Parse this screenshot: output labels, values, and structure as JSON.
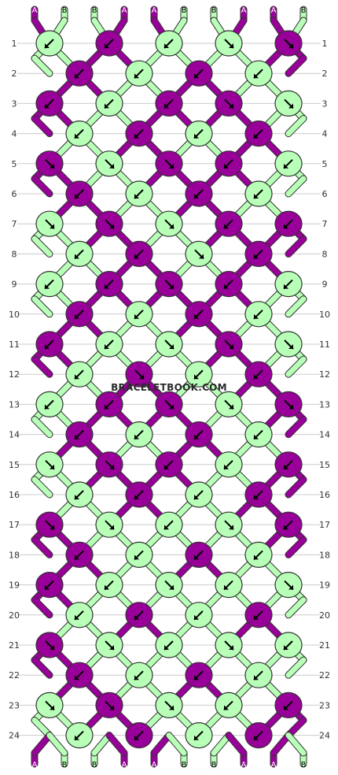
{
  "colors": {
    "A": "#990099",
    "B": "#b8ffb8",
    "outline": "#333333",
    "grid": "#cccccc",
    "label_A": "#ffffff",
    "label_B": "#000000"
  },
  "strands": [
    "A",
    "B",
    "B",
    "A",
    "A",
    "B",
    "B",
    "A",
    "A",
    "B"
  ],
  "row_labels": [
    "1",
    "2",
    "3",
    "4",
    "5",
    "6",
    "7",
    "8",
    "9",
    "10",
    "11",
    "12",
    "13",
    "14",
    "15",
    "16",
    "17",
    "18",
    "19",
    "20",
    "21",
    "22",
    "23",
    "24"
  ],
  "watermark": "BRACELETBOOK.COM",
  "knots": [
    [
      [
        "B",
        "dl"
      ],
      [
        "A",
        "dl"
      ],
      [
        "B",
        "dl"
      ],
      [
        "B",
        "dr"
      ],
      [
        "A",
        "dr"
      ]
    ],
    [
      [
        "A",
        "dl"
      ],
      [
        "B",
        "dl"
      ],
      [
        "A",
        "dl"
      ],
      [
        "B",
        "dl"
      ]
    ],
    [
      [
        "A",
        "dl"
      ],
      [
        "B",
        "dl"
      ],
      [
        "A",
        "dl"
      ],
      [
        "A",
        "dr"
      ],
      [
        "B",
        "dr"
      ]
    ],
    [
      [
        "B",
        "dl"
      ],
      [
        "A",
        "dl"
      ],
      [
        "B",
        "dl"
      ],
      [
        "A",
        "dl"
      ]
    ],
    [
      [
        "A",
        "dr"
      ],
      [
        "B",
        "dr"
      ],
      [
        "A",
        "dr"
      ],
      [
        "A",
        "dl"
      ],
      [
        "B",
        "dl"
      ]
    ],
    [
      [
        "A",
        "dl"
      ],
      [
        "B",
        "dl"
      ],
      [
        "A",
        "dl"
      ],
      [
        "B",
        "dl"
      ]
    ],
    [
      [
        "B",
        "dr"
      ],
      [
        "A",
        "dr"
      ],
      [
        "B",
        "dr"
      ],
      [
        "A",
        "dl"
      ],
      [
        "A",
        "dl"
      ]
    ],
    [
      [
        "B",
        "dl"
      ],
      [
        "A",
        "dl"
      ],
      [
        "B",
        "dr"
      ],
      [
        "A",
        "dl"
      ]
    ],
    [
      [
        "B",
        "dl"
      ],
      [
        "A",
        "dl"
      ],
      [
        "A",
        "dr"
      ],
      [
        "A",
        "dl"
      ],
      [
        "B",
        "dl"
      ]
    ],
    [
      [
        "A",
        "dl"
      ],
      [
        "B",
        "dl"
      ],
      [
        "A",
        "dl"
      ],
      [
        "B",
        "dl"
      ]
    ],
    [
      [
        "A",
        "dl"
      ],
      [
        "B",
        "dl"
      ],
      [
        "B",
        "dr"
      ],
      [
        "A",
        "dr"
      ],
      [
        "B",
        "dr"
      ]
    ],
    [
      [
        "B",
        "dl"
      ],
      [
        "A",
        "dr"
      ],
      [
        "B",
        "dl"
      ],
      [
        "A",
        "dl"
      ]
    ],
    [
      [
        "B",
        "dl"
      ],
      [
        "A",
        "dl"
      ],
      [
        "A",
        "dr"
      ],
      [
        "B",
        "dr"
      ],
      [
        "A",
        "dr"
      ]
    ],
    [
      [
        "A",
        "dl"
      ],
      [
        "B",
        "dl"
      ],
      [
        "A",
        "dl"
      ],
      [
        "B",
        "dl"
      ]
    ],
    [
      [
        "B",
        "dr"
      ],
      [
        "A",
        "dr"
      ],
      [
        "A",
        "dl"
      ],
      [
        "B",
        "dl"
      ],
      [
        "A",
        "dl"
      ]
    ],
    [
      [
        "B",
        "dl"
      ],
      [
        "A",
        "dl"
      ],
      [
        "B",
        "dl"
      ],
      [
        "A",
        "dl"
      ]
    ],
    [
      [
        "A",
        "dr"
      ],
      [
        "B",
        "dr"
      ],
      [
        "B",
        "dl"
      ],
      [
        "B",
        "dr"
      ],
      [
        "A",
        "dl"
      ]
    ],
    [
      [
        "A",
        "dl"
      ],
      [
        "B",
        "dl"
      ],
      [
        "A",
        "dl"
      ],
      [
        "B",
        "dl"
      ]
    ],
    [
      [
        "A",
        "dl"
      ],
      [
        "B",
        "dl"
      ],
      [
        "B",
        "dr"
      ],
      [
        "B",
        "dl"
      ],
      [
        "B",
        "dr"
      ]
    ],
    [
      [
        "B",
        "dl"
      ],
      [
        "A",
        "dl"
      ],
      [
        "B",
        "dl"
      ],
      [
        "A",
        "dl"
      ]
    ],
    [
      [
        "A",
        "dr"
      ],
      [
        "B",
        "dr"
      ],
      [
        "B",
        "dl"
      ],
      [
        "B",
        "dr"
      ],
      [
        "B",
        "dl"
      ]
    ],
    [
      [
        "A",
        "dl"
      ],
      [
        "B",
        "dl"
      ],
      [
        "A",
        "dl"
      ],
      [
        "B",
        "dl"
      ]
    ],
    [
      [
        "B",
        "dr"
      ],
      [
        "A",
        "dr"
      ],
      [
        "B",
        "dr"
      ],
      [
        "B",
        "dl"
      ],
      [
        "A",
        "dl"
      ]
    ],
    [
      [
        "B",
        "dl"
      ],
      [
        "A",
        "dl"
      ],
      [
        "B",
        "dl"
      ],
      [
        "A",
        "dl"
      ]
    ]
  ]
}
